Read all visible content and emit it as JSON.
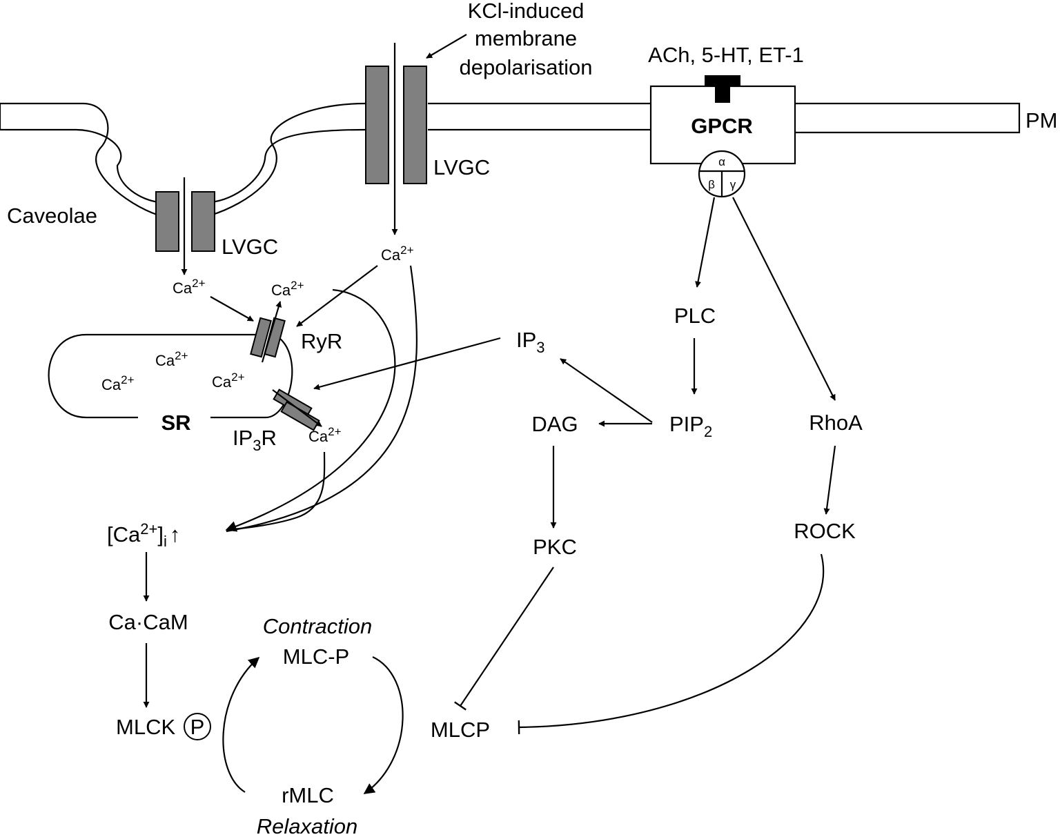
{
  "labels": {
    "kcl": [
      "KCl-induced",
      "membrane",
      "depolarisation"
    ],
    "agonists": "ACh, 5-HT, ET-1",
    "gpcr": "GPCR",
    "pm": "PM",
    "caveolae": "Caveolae",
    "lvgc": "LVGC",
    "ca": "Ca",
    "ca_sup": "2+",
    "ryr": "RyR",
    "sr": "SR",
    "ip3r_base": "IP",
    "ip3r_sub": "3",
    "ip3r_tail": "R",
    "ip3_base": "IP",
    "ip3_sub": "3",
    "plc": "PLC",
    "pip2_base": "PIP",
    "pip2_sub": "2",
    "dag": "DAG",
    "pkc": "PKC",
    "rhoa": "RhoA",
    "rock": "ROCK",
    "cai_open": "[Ca",
    "cai_sup": "2+",
    "cai_close": "]",
    "cai_sub": "i",
    "cai_arrow": "↑",
    "cacam": "Ca·CaM",
    "mlck": "MLCK",
    "phospho": "P",
    "contraction": "Contraction",
    "mlcp_p": "MLC-P",
    "rmlc": "rMLC",
    "relaxation": "Relaxation",
    "mlcp": "MLCP",
    "g_alpha": "α",
    "g_beta": "β",
    "g_gamma": "γ"
  }
}
